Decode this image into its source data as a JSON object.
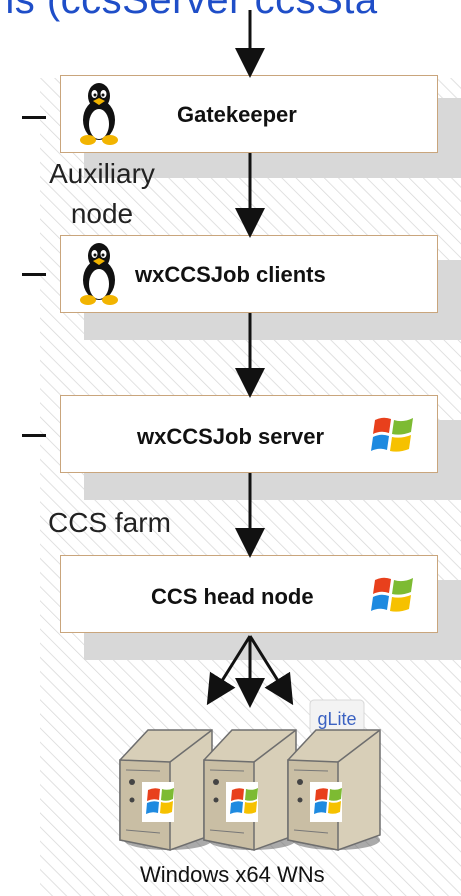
{
  "slide": {
    "title_fragment": "ns (ccsServer ccsSta"
  },
  "groups": {
    "auxiliary": "Auxiliary\nnode",
    "ccs_farm": "CCS farm"
  },
  "nodes": {
    "gatekeeper": "Gatekeeper",
    "wxccsjob_clients": "wxCCSJob clients",
    "wxccsjob_server": "wxCCSJob server",
    "ccs_head_node": "CCS head node"
  },
  "workers": {
    "label": "Windows x64 WNs",
    "logo_text": "gLite"
  },
  "colors": {
    "title": "#1f4ec8",
    "box_border": "#c9a57c",
    "shadow": "#d8d8d8",
    "hatch": "#d7d7d7"
  },
  "icons": [
    "linux-penguin-icon",
    "windows-flag-icon",
    "server-tower-icon",
    "glite-logo-icon",
    "arrow-icon"
  ]
}
